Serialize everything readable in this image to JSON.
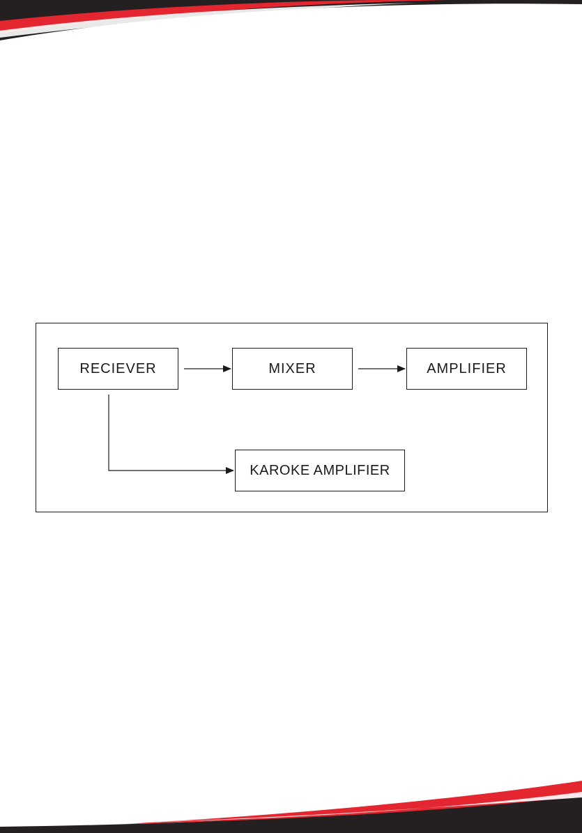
{
  "diagram": {
    "nodes": {
      "receiver": "RECIEVER",
      "mixer": "MIXER",
      "amplifier": "AMPLIFIER",
      "karaoke_amplifier": "KAROKE AMPLIFIER"
    },
    "edges": [
      {
        "from": "receiver",
        "to": "mixer"
      },
      {
        "from": "mixer",
        "to": "amplifier"
      },
      {
        "from": "receiver",
        "to": "karaoke_amplifier"
      }
    ]
  },
  "colors": {
    "brand_red": "#e3262f",
    "dark_band": "#241f20",
    "line": "#1a1a1a"
  }
}
